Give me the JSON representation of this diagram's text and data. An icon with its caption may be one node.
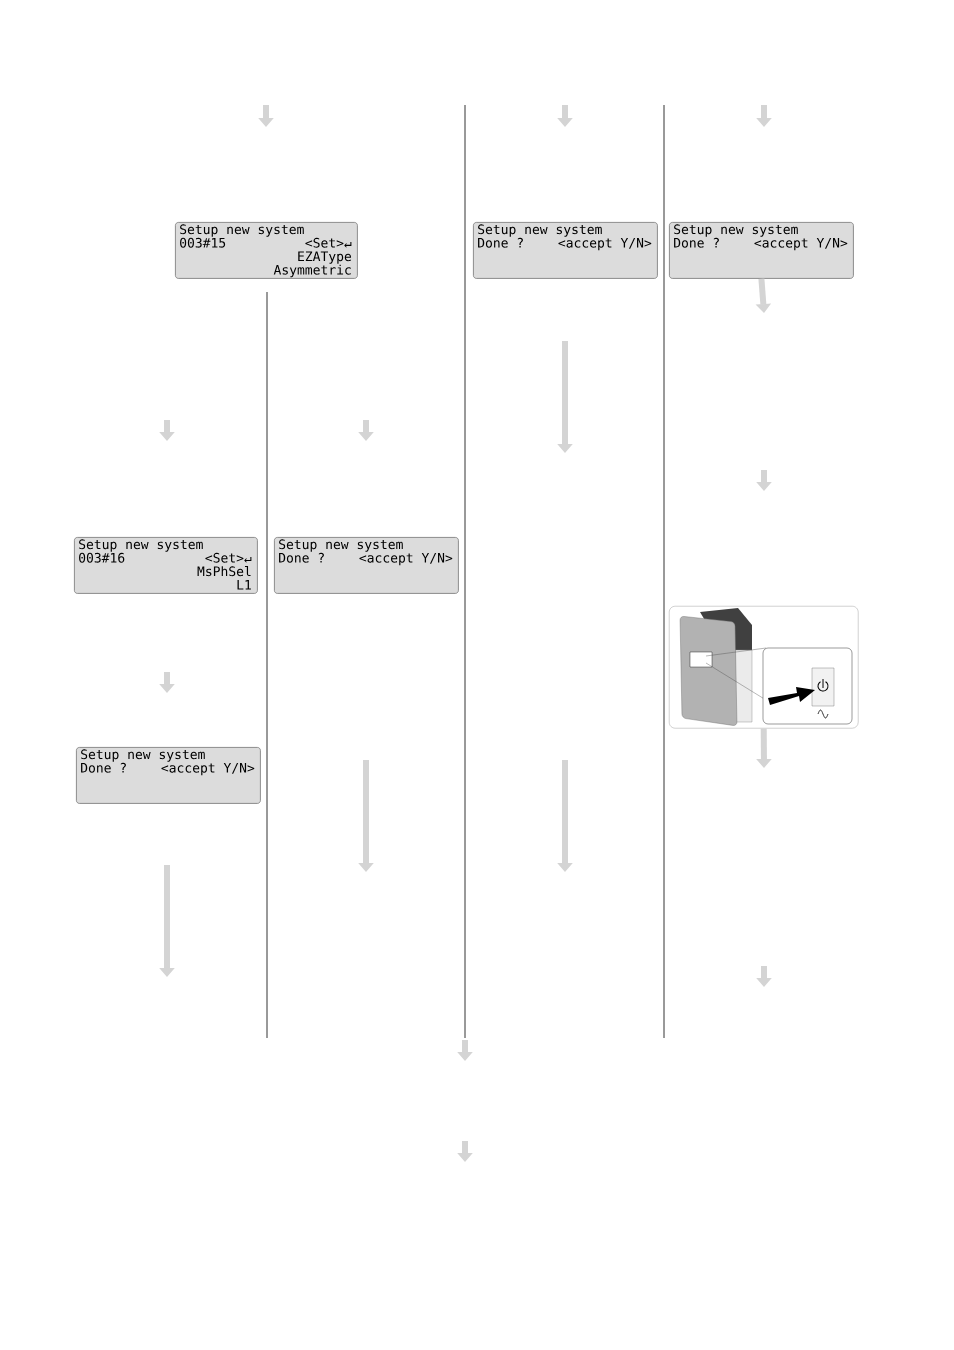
{
  "diagram": {
    "nodes": [
      {
        "text": [
          "Setup new system",
          "003#15",
          "<Set>↵",
          "EZAType",
          "Asymmetric"
        ]
      },
      {
        "text": [
          "Setup new system",
          "Done ?",
          "<accept Y/N>"
        ]
      },
      {
        "text": [
          "Setup new system",
          "Done ?",
          "<accept Y/N>"
        ]
      },
      {
        "text": [
          "Setup new system",
          "003#16",
          "<Set>↵",
          "MsPhSel",
          "L1"
        ]
      },
      {
        "text": [
          "Setup new system",
          "Done ?",
          "<accept Y/N>"
        ]
      },
      {
        "text": [],
        "shape": "picture"
      },
      {
        "text": [
          "Setup new system",
          "Done ?",
          "<accept Y/N>"
        ]
      }
    ],
    "edges": [
      {
        "from": 2,
        "to": null,
        "arrow": "to"
      },
      {
        "from": 5,
        "to": null,
        "arrow": "to"
      }
    ]
  }
}
